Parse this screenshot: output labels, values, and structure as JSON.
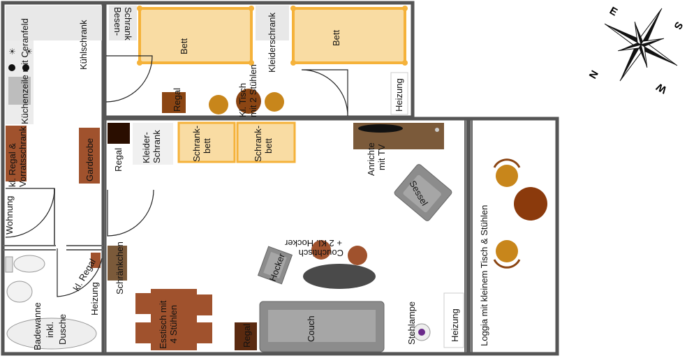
{
  "labels": {
    "besen": [
      "Besen-",
      "Schrank"
    ],
    "kuehlschrank": "Kühlschrank",
    "kuechenzeile": "Küchenzeile mit Ceranfeld",
    "regal_vorrat": [
      "kl. Regal &",
      "Vorratsschrank"
    ],
    "garderobe": "Garderobe",
    "wohnung": "Wohnung",
    "bett1": "Bett",
    "bett2": "Bett",
    "regal_top": "Regal",
    "tisch_top": [
      "Kl. Tisch",
      "mit 2 Stühlen"
    ],
    "kleiderschrank_top": "Kleiderschrank",
    "heizung_top": "Heizung",
    "regal_mid": "Regal",
    "kleider_mid": [
      "Kleider-",
      "Schrank"
    ],
    "schrankbett1": [
      "Schrank-",
      "bett"
    ],
    "schrankbett2": [
      "Schrank-",
      "bett"
    ],
    "anrichte": [
      "Anrichte",
      "mit TV"
    ],
    "sessel": "Sessel",
    "loggia": "Loggia mit kleinem Tisch & Stühlen",
    "couchtisch": [
      "Couchtisch",
      "+ 2 Kl. Hocker"
    ],
    "hocker": "Hocker",
    "schraenkchen": "Schränkchen",
    "kl_regal": "kl. Regal",
    "heizung_bad": "Heizung",
    "badewanne": [
      "Badewanne",
      "inkl.",
      "Dusche"
    ],
    "esstisch": [
      "Esstisch mit",
      "4 Stühlen"
    ],
    "regal_bottom": "Regal",
    "couch": "Couch",
    "stehlampe": "Stehlampe",
    "heizung_living": "Heizung"
  },
  "compass": {
    "letters": [
      "E",
      "S",
      "W",
      "N"
    ]
  },
  "colors": {
    "wall": "#555555",
    "bed_fill": "#f9dca3",
    "bed_frame": "#f5b23a",
    "wood_dark": "#8b4513",
    "wood_mid": "#a0522d",
    "chair": "#c8861b",
    "sofa": "#8c8c8c",
    "anrichte": "#7b5a3a",
    "loggia_table": "#8b3a0c",
    "appliance": "#e5e5e5"
  }
}
